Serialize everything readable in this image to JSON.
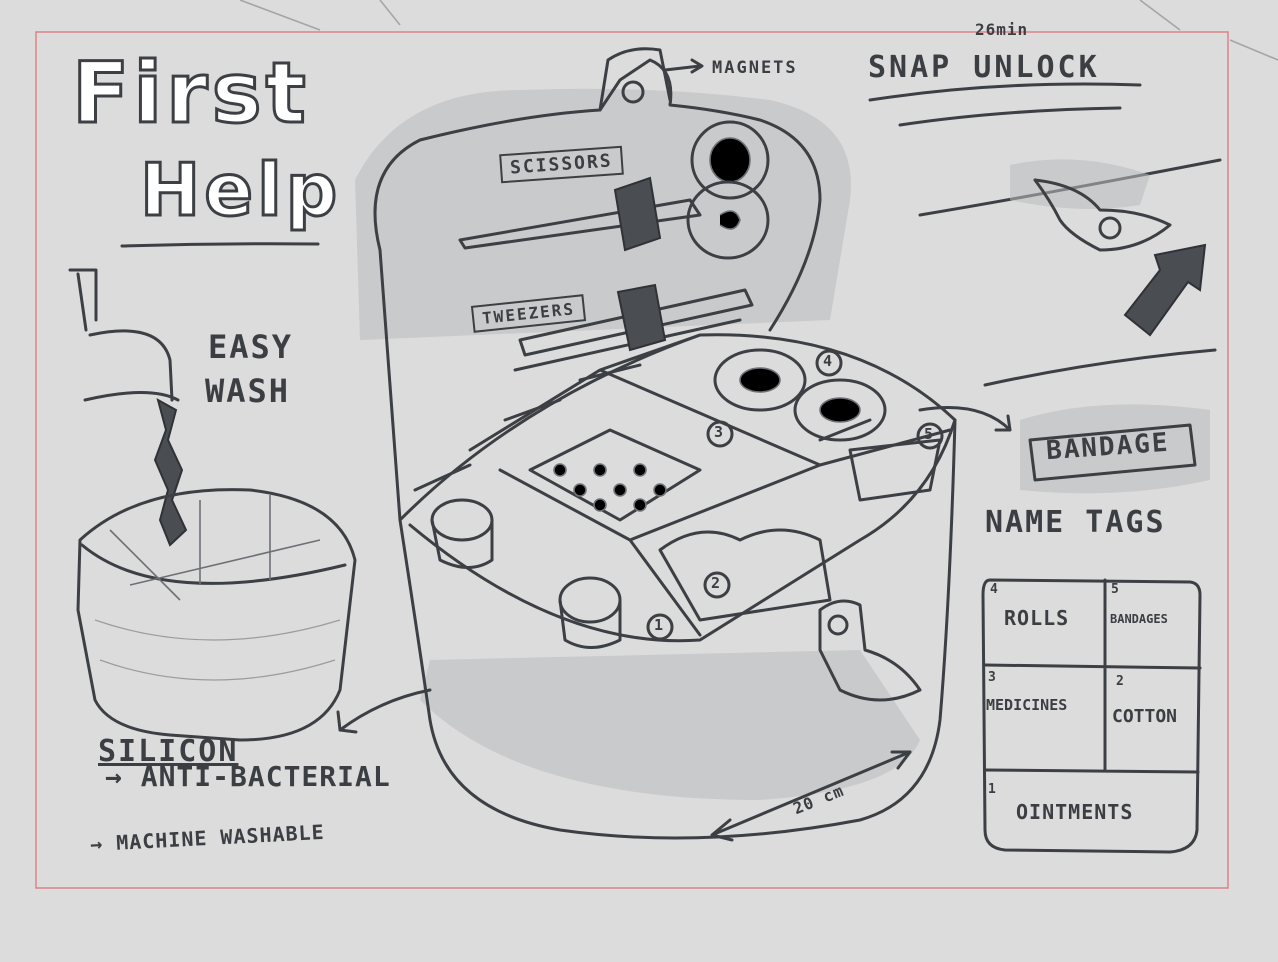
{
  "title": {
    "line1": "First",
    "line2": "Help"
  },
  "time_note": "26min",
  "labels": {
    "magnets": "MAGNETS",
    "snap_unlock": "SNAP UNLOCK",
    "scissors": "SCISSORS",
    "tweezers": "TWEEZERS",
    "easy": "EASY",
    "wash": "WASH",
    "bandage_tag": "BANDAGE",
    "name_tags": "NAME TAGS",
    "silicon": "SILICON",
    "anti_bacterial": "→ ANTI-BACTERIAL",
    "machine_washable": "→ MACHINE WASHABLE",
    "dimension": "20 cm"
  },
  "compartment_numbers": [
    "1",
    "2",
    "3",
    "4",
    "5"
  ],
  "legend": {
    "rolls": {
      "num": "4",
      "label": "ROLLS"
    },
    "bandages": {
      "num": "5",
      "label": "BANDAGES"
    },
    "medicines": {
      "num": "3",
      "label": "MEDICINES"
    },
    "cotton": {
      "num": "2",
      "label": "COTTON"
    },
    "ointments": {
      "num": "1",
      "label": "OINTMENTS"
    }
  },
  "colors": {
    "paper": "#dcdcdc",
    "pencil": "#3c3f44",
    "border": "#d9838a"
  }
}
